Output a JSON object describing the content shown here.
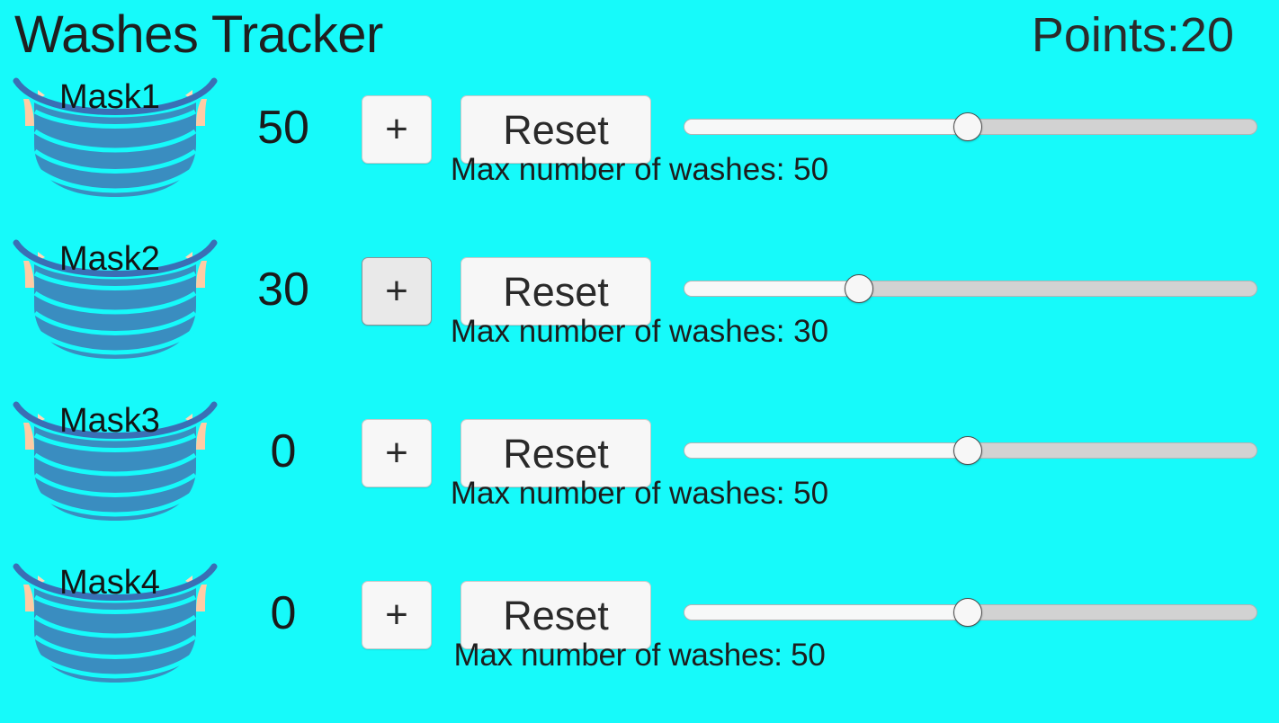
{
  "header": {
    "title": "Washes Tracker",
    "points_label": "Points:20",
    "points_value": 20
  },
  "theme": {
    "background": "#16fafa",
    "text": "#1c1c1c",
    "button_face": "#f7f7f7",
    "button_border": "#c9c9c9",
    "button_hover_face": "#e9e9e9",
    "button_hover_border": "#8d9296",
    "mask_body": "#3a8dc0",
    "mask_pleat_line": "#16fafa",
    "mask_arc": "#3a6fb5",
    "mask_strap": "#ffcba4",
    "slider_track": "#d2d2d2",
    "slider_fill": "#f7f8f8",
    "slider_thumb": "#f7f7f7"
  },
  "controls": {
    "plus_label": "+",
    "reset_label": "Reset",
    "caption_prefix": "Max number of washes: ",
    "slider_min": 0,
    "slider_max": 100
  },
  "rows": [
    {
      "label": "Mask1",
      "count": "50",
      "plus_label": "+",
      "reset_label": "Reset",
      "plus_state": "normal",
      "slider_value": 50,
      "slider_percent": 49.5,
      "caption": "Max number of washes: 50",
      "caption_style": "normal",
      "mask_icon": "face-mask-icon"
    },
    {
      "label": "Mask2",
      "count": "30",
      "plus_label": "+",
      "reset_label": "Reset",
      "plus_state": "hover",
      "slider_value": 30,
      "slider_percent": 30.5,
      "caption": "Max number of washes: 30",
      "caption_style": "normal",
      "mask_icon": "face-mask-icon"
    },
    {
      "label": "Mask3",
      "count": "0",
      "plus_label": "+",
      "reset_label": "Reset",
      "plus_state": "normal",
      "slider_value": 50,
      "slider_percent": 49.5,
      "caption": "Max number of washes: 50",
      "caption_style": "normal",
      "mask_icon": "face-mask-icon"
    },
    {
      "label": "Mask4",
      "count": "0",
      "plus_label": "+",
      "reset_label": "Reset",
      "plus_state": "normal",
      "slider_value": 50,
      "slider_percent": 49.5,
      "caption": "Max number of washes: 50",
      "caption_style": "condensed",
      "mask_icon": "face-mask-icon"
    }
  ]
}
